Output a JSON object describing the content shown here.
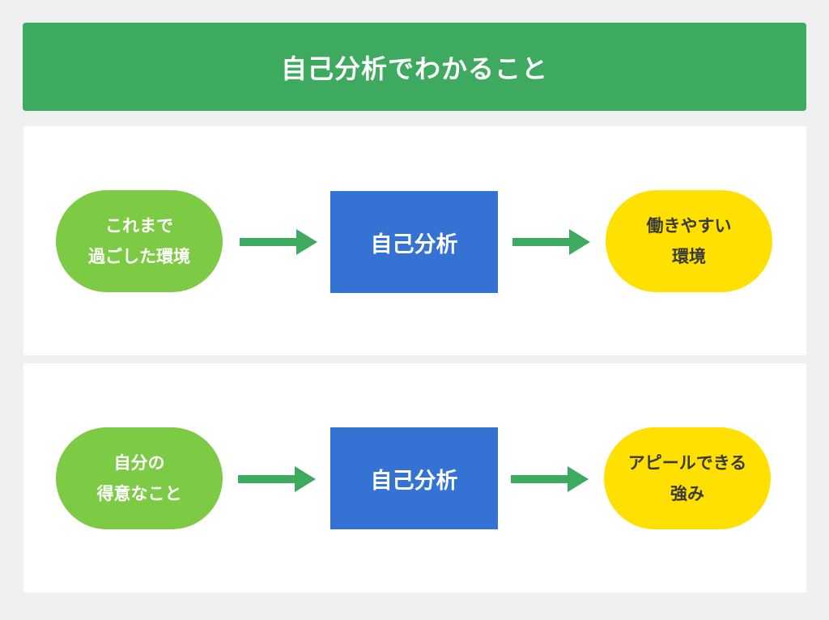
{
  "title": "自己分析でわかること",
  "rows": [
    {
      "input_lines": [
        "これまで",
        "過ごした環境"
      ],
      "process": "自己分析",
      "output_lines": [
        "働きやすい",
        "環境"
      ]
    },
    {
      "input_lines": [
        "自分の",
        "得意なこと"
      ],
      "process": "自己分析",
      "output_lines": [
        "アピールできる",
        "強み"
      ]
    }
  ],
  "colors": {
    "header": "#3eaa60",
    "input_pill": "#7dcb45",
    "process_box": "#3473d3",
    "output_pill": "#ffe000",
    "arrow": "#3eaa60"
  }
}
